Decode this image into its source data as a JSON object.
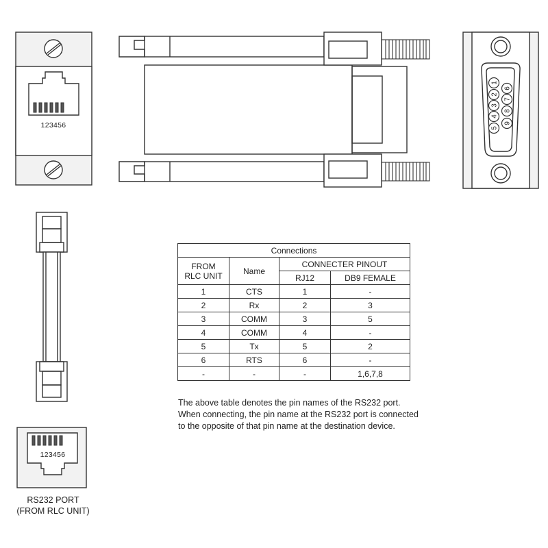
{
  "rj_jack_top": {
    "pin_labels": "123456"
  },
  "rs232_port": {
    "pin_labels": "123456",
    "caption_line1": "RS232 PORT",
    "caption_line2": "(FROM RLC UNIT)"
  },
  "db9_pins": {
    "top_row": [
      "5",
      "4",
      "3",
      "2",
      "1"
    ],
    "bottom_row": [
      "9",
      "8",
      "7",
      "6"
    ]
  },
  "table": {
    "title": "Connections",
    "col_from": [
      "FROM",
      "RLC UNIT"
    ],
    "col_name": "Name",
    "col_group": "CONNECTER PINOUT",
    "col_rj12": "RJ12",
    "col_db9": "DB9 FEMALE",
    "rows": [
      [
        "1",
        "CTS",
        "1",
        "-"
      ],
      [
        "2",
        "Rx",
        "2",
        "3"
      ],
      [
        "3",
        "COMM",
        "3",
        "5"
      ],
      [
        "4",
        "COMM",
        "4",
        "-"
      ],
      [
        "5",
        "Tx",
        "5",
        "2"
      ],
      [
        "6",
        "RTS",
        "6",
        "-"
      ],
      [
        "-",
        "-",
        "-",
        "1,6,7,8"
      ]
    ]
  },
  "note": [
    "The above table denotes the pin names of the RS232 port.",
    "When connecting, the pin name at the RS232 port is connected",
    "to the opposite of that pin name at the destination device."
  ]
}
